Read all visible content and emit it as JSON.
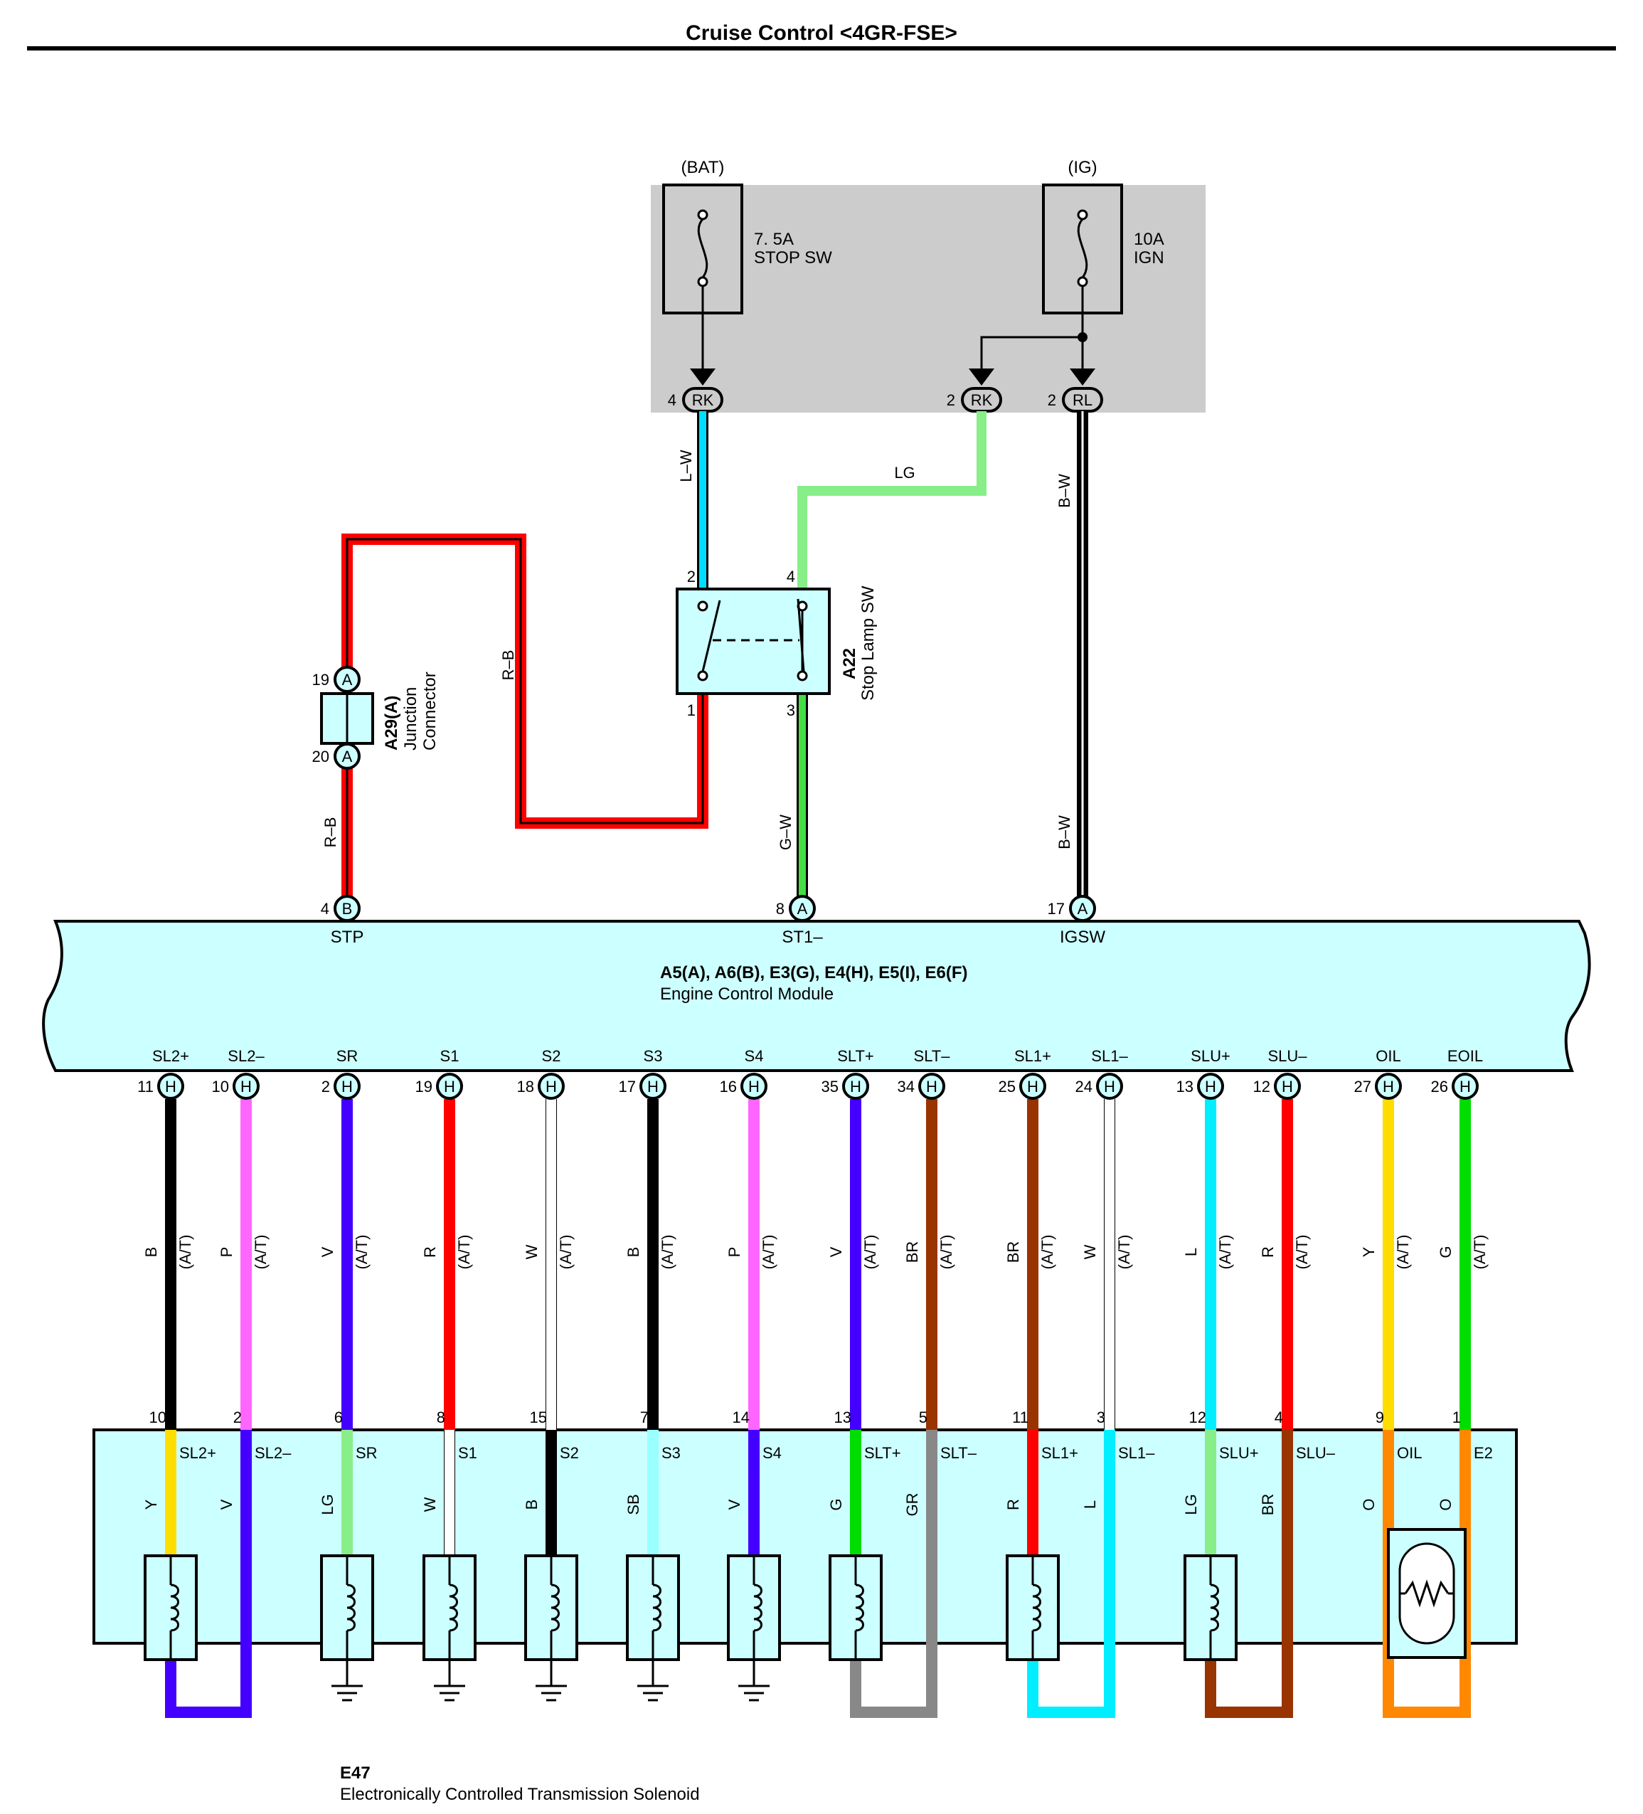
{
  "title": "Cruise Control <4GR-FSE>",
  "fuse_box": {
    "fuses": [
      {
        "supply": "(BAT)",
        "rating": "7. 5A",
        "name": "STOP SW"
      },
      {
        "supply": "(IG)",
        "rating": "10A",
        "name": "IGN"
      }
    ],
    "connectors": [
      {
        "pin": "4",
        "conn": "RK"
      },
      {
        "pin": "2",
        "conn": "RK"
      },
      {
        "pin": "2",
        "conn": "RL"
      }
    ]
  },
  "upper_wires": {
    "lw": "L–W",
    "lg": "LG",
    "bw_top": "B–W",
    "bw_bottom": "B–W",
    "rb_loop": "R–B",
    "rb_low": "R–B",
    "gw": "G–W"
  },
  "stop_lamp_sw": {
    "code": "A22",
    "name": "Stop Lamp SW",
    "pins": {
      "p2": "2",
      "p4": "4",
      "p1": "1",
      "p3": "3"
    }
  },
  "junction": {
    "code": "A29(A)",
    "name_line1": "Junction",
    "name_line2": "Connector",
    "pin_top": "19",
    "pin_bottom": "20",
    "conn": "A"
  },
  "ecm": {
    "codes": "A5(A), A6(B), E3(G), E4(H), E5(I), E6(F)",
    "name": "Engine Control Module",
    "top_terminals": [
      {
        "pin": "4",
        "conn": "B",
        "name": "STP"
      },
      {
        "pin": "8",
        "conn": "A",
        "name": "ST1–"
      },
      {
        "pin": "17",
        "conn": "A",
        "name": "IGSW"
      }
    ],
    "terminals": [
      {
        "name": "SL2+",
        "pin": "11",
        "conn": "H",
        "wire": "B",
        "note": "(A/T)",
        "color": "#000000"
      },
      {
        "name": "SL2–",
        "pin": "10",
        "conn": "H",
        "wire": "P",
        "note": "(A/T)",
        "color": "#ff66ff"
      },
      {
        "name": "SR",
        "pin": "2",
        "conn": "H",
        "wire": "V",
        "note": "(A/T)",
        "color": "#4400ff"
      },
      {
        "name": "S1",
        "pin": "19",
        "conn": "H",
        "wire": "R",
        "note": "(A/T)",
        "color": "#ff0000"
      },
      {
        "name": "S2",
        "pin": "18",
        "conn": "H",
        "wire": "W",
        "note": "(A/T)",
        "color": "#ffffff"
      },
      {
        "name": "S3",
        "pin": "17",
        "conn": "H",
        "wire": "B",
        "note": "(A/T)",
        "color": "#000000"
      },
      {
        "name": "S4",
        "pin": "16",
        "conn": "H",
        "wire": "P",
        "note": "(A/T)",
        "color": "#ff66ff"
      },
      {
        "name": "SLT+",
        "pin": "35",
        "conn": "H",
        "wire": "V",
        "note": "(A/T)",
        "color": "#4400ff"
      },
      {
        "name": "SLT–",
        "pin": "34",
        "conn": "H",
        "wire": "BR",
        "note": "(A/T)",
        "color": "#993300"
      },
      {
        "name": "SL1+",
        "pin": "25",
        "conn": "H",
        "wire": "BR",
        "note": "(A/T)",
        "color": "#993300"
      },
      {
        "name": "SL1–",
        "pin": "24",
        "conn": "H",
        "wire": "W",
        "note": "(A/T)",
        "color": "#ffffff"
      },
      {
        "name": "SLU+",
        "pin": "13",
        "conn": "H",
        "wire": "L",
        "note": "(A/T)",
        "color": "#00eeff"
      },
      {
        "name": "SLU–",
        "pin": "12",
        "conn": "H",
        "wire": "R",
        "note": "(A/T)",
        "color": "#ff0000"
      },
      {
        "name": "OIL",
        "pin": "27",
        "conn": "H",
        "wire": "Y",
        "note": "(A/T)",
        "color": "#ffdd00"
      },
      {
        "name": "EOIL",
        "pin": "26",
        "conn": "H",
        "wire": "G",
        "note": "(A/T)",
        "color": "#00dd00"
      }
    ]
  },
  "solenoid": {
    "code": "E47",
    "name": "Electronically Controlled Transmission Solenoid",
    "pins": [
      {
        "pin": "10",
        "name": "SL2+",
        "wire": "Y",
        "color": "#ffdd00"
      },
      {
        "pin": "2",
        "name": "SL2–",
        "wire": "V",
        "color": "#4400ff"
      },
      {
        "pin": "6",
        "name": "SR",
        "wire": "LG",
        "color": "#88ee88"
      },
      {
        "pin": "8",
        "name": "S1",
        "wire": "W",
        "color": "#ffffff"
      },
      {
        "pin": "15",
        "name": "S2",
        "wire": "B",
        "color": "#000000"
      },
      {
        "pin": "7",
        "name": "S3",
        "wire": "SB",
        "color": "#99ffff"
      },
      {
        "pin": "14",
        "name": "S4",
        "wire": "V",
        "color": "#4400ff"
      },
      {
        "pin": "13",
        "name": "SLT+",
        "wire": "G",
        "color": "#00dd00"
      },
      {
        "pin": "5",
        "name": "SLT–",
        "wire": "GR",
        "color": "#888888"
      },
      {
        "pin": "11",
        "name": "SL1+",
        "wire": "R",
        "color": "#ff0000"
      },
      {
        "pin": "3",
        "name": "SL1–",
        "wire": "L",
        "color": "#00eeff"
      },
      {
        "pin": "12",
        "name": "SLU+",
        "wire": "LG",
        "color": "#88ee88"
      },
      {
        "pin": "4",
        "name": "SLU–",
        "wire": "BR",
        "color": "#993300"
      },
      {
        "pin": "9",
        "name": "OIL",
        "wire": "O",
        "color": "#ff8800"
      },
      {
        "pin": "1",
        "name": "E2",
        "wire": "O",
        "color": "#ff8800"
      }
    ]
  },
  "colors": {
    "fuse_box_bg": "#cccccc",
    "component_bg": "#ccffff",
    "lw_wire": "#00ddff",
    "lg_wire": "#88ee88",
    "rb_wire": "#ff0000",
    "gw_wire": "#44dd44"
  }
}
